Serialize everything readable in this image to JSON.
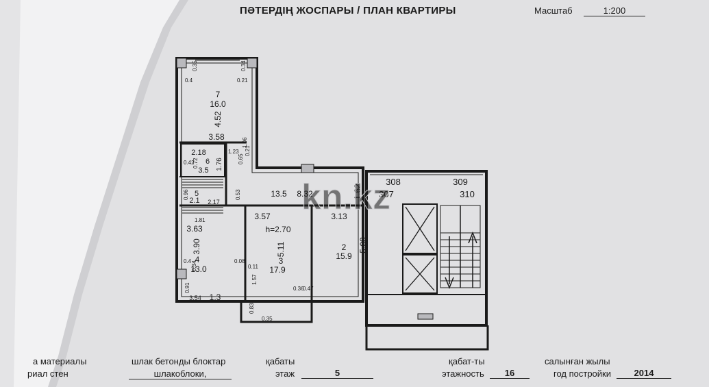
{
  "header": {
    "title": "ПӘТЕРДІҢ ЖОСПАРЫ / ПЛАН КВАРТИРЫ",
    "scale_label": "Масштаб",
    "scale_value": "1:200"
  },
  "rooms": {
    "r7": {
      "num": "7",
      "area": "16.0",
      "dim_v": "4.52",
      "dim_h": "3.58"
    },
    "r6": {
      "num": "6",
      "area": "3.5",
      "dim_h": "2.18",
      "dim_v": "1.76"
    },
    "r5": {
      "num": "5",
      "area": "2.1",
      "dim_h": "2.17"
    },
    "r4": {
      "num": "4",
      "area": "13.0",
      "dim_h": "3.63",
      "dim_v": "3.90"
    },
    "r3": {
      "num": "3",
      "area": "17.9",
      "dim_h": "3.57",
      "dim_v": "5.11",
      "height": "h=2.70"
    },
    "r2": {
      "num": "2",
      "area": "15.9",
      "dim_h": "3.13",
      "dim_v": "5.08"
    },
    "r1": {
      "area": "13.5",
      "dim_h": "8.32",
      "dim_v": "1.62"
    },
    "balcony": {
      "area": "1.3",
      "dim_h": "3.54"
    }
  },
  "minor_dims": [
    "0.35",
    "0.4",
    "0.21",
    "0.34",
    "1.23",
    "1.06",
    "0.42",
    "0.72",
    "0.65",
    "0.21",
    "0.96",
    "0.53",
    "1.81",
    "0.4",
    "0.34",
    "0.08",
    "0.11",
    "1.57",
    "0.91",
    "0.36",
    "0.47",
    "0.83",
    "0.35"
  ],
  "apartments": {
    "a308": "308",
    "a307": "307",
    "a309": "309",
    "a310": "310"
  },
  "watermark": "kn.kz",
  "footer": {
    "material_label_1": "а материалы",
    "material_label_2": "риал стен",
    "material_value_1": "шлак бетонды блоктар",
    "material_value_2": "шлакоблоки,",
    "floor_label_1": "қабаты",
    "floor_label_2": "этаж",
    "floor_value": "5",
    "floors_label_1": "қабат-ты",
    "floors_label_2": "этажность",
    "floors_value": "16",
    "year_label_1": "салынған жылы",
    "year_label_2": "год постройки",
    "year_value": "2014"
  },
  "colors": {
    "paper": "#e1e1e3",
    "ink": "#1a1a1a",
    "wall_fill": "#b9b9bd",
    "fold": "#8f8f8f"
  }
}
